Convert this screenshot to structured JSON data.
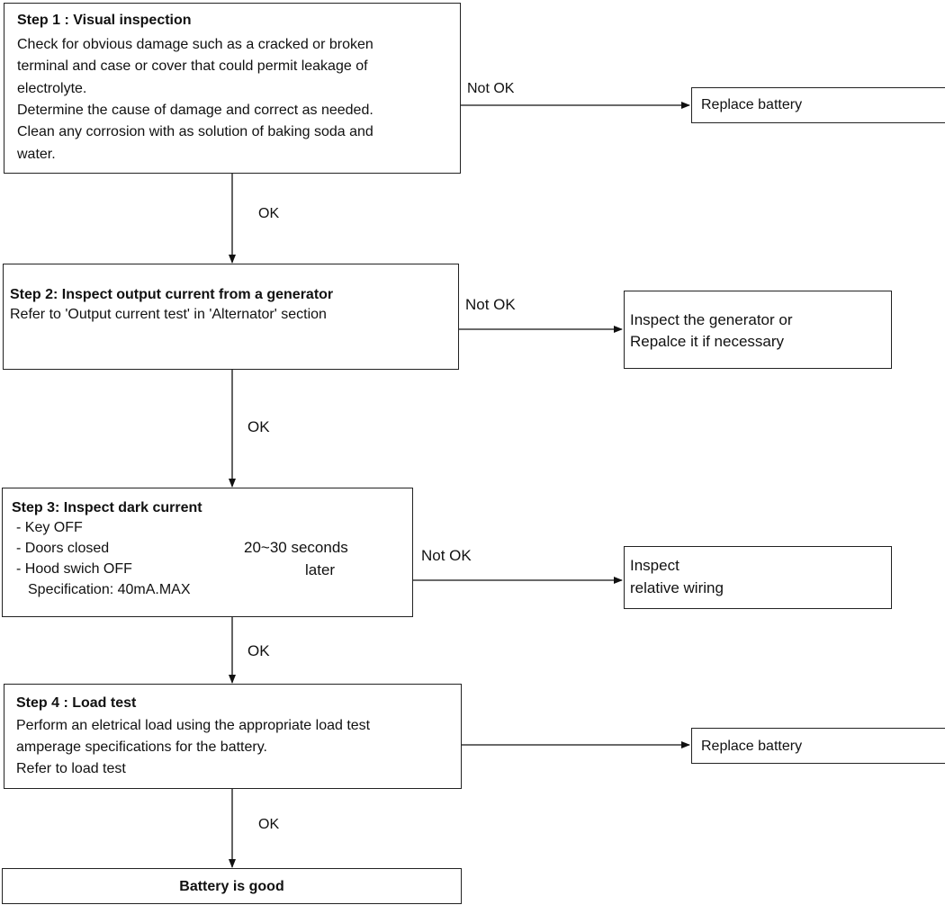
{
  "labels": {
    "ok": "OK",
    "not_ok": "Not OK"
  },
  "step1": {
    "title": "Step 1 : Visual inspection",
    "lines": [
      "Check for obvious damage such as a cracked or broken",
      "terminal and case or cover that could permit leakage of",
      "electrolyte.",
      "Determine the cause of damage and correct as needed.",
      "Clean any corrosion with as solution of baking soda and",
      "water."
    ]
  },
  "result1": {
    "text": "Replace battery"
  },
  "step2": {
    "title": "Step 2: Inspect output current from a generator",
    "lines": [
      "Refer to 'Output current test' in 'Alternator' section"
    ]
  },
  "result2": {
    "lines": [
      "Inspect the generator or",
      "Repalce it if necessary"
    ]
  },
  "step3": {
    "title": "Step 3: Inspect dark current",
    "conditions": [
      "- Key OFF",
      "- Doors closed",
      "- Hood swich OFF"
    ],
    "timing": [
      "20~30 seconds",
      "later"
    ],
    "spec": "Specification: 40mA.MAX"
  },
  "result3": {
    "lines": [
      "Inspect",
      "relative wiring"
    ]
  },
  "step4": {
    "title": "Step 4 : Load test",
    "lines": [
      "Perform an eletrical load using the appropriate load test",
      "amperage specifications for the battery.",
      "Refer to load test"
    ]
  },
  "result4": {
    "text": "Replace battery"
  },
  "final": {
    "text": "Battery is good"
  }
}
